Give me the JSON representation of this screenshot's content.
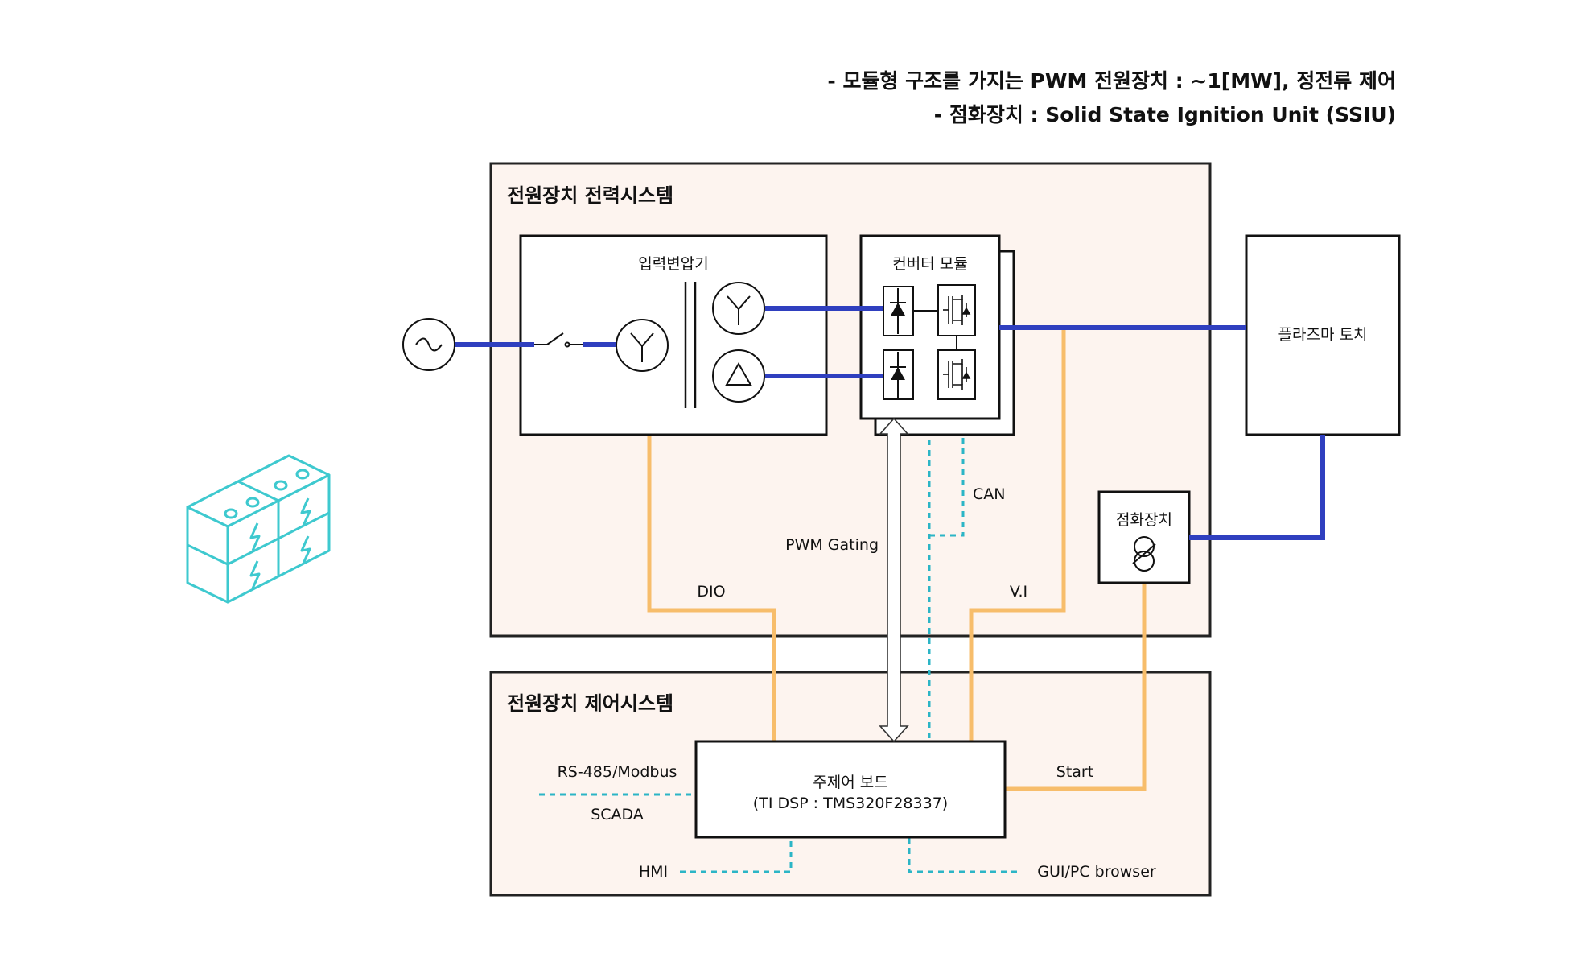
{
  "header": {
    "line1": "- 모듈형 구조를 가지는 PWM 전원장치 : ~1[MW], 정전류 제어",
    "line2": "- 점화장치 : Solid State Ignition Unit (SSIU)"
  },
  "power_system": {
    "title": "전원장치 전력시스템"
  },
  "control_system": {
    "title": "전원장치 제어시스템"
  },
  "input_transformer": {
    "label": "입력변압기"
  },
  "converter_module": {
    "label": "컨버터 모듈"
  },
  "plasma_torch": {
    "label": "플라즈마 토치"
  },
  "ignition_unit": {
    "label": "점화장치"
  },
  "main_board": {
    "line1": "주제어 보드",
    "line2": "(TI DSP : TMS320F28337)"
  },
  "signals": {
    "can": "CAN",
    "pwm_gating": "PWM Gating",
    "dio": "DIO",
    "vi": "V.I",
    "start": "Start",
    "rs485": "RS-485/Modbus",
    "scada": "SCADA",
    "hmi": "HMI",
    "gui": "GUI/PC browser"
  },
  "colors": {
    "power_line": "#2f3fbf",
    "signal_orange": "#f7bd6b",
    "comm_dashed": "#2bb5c6",
    "box_fill": "#fdf4ef",
    "module_icon": "#3ec9cf"
  },
  "icons": {
    "ac_source": "ac-source-icon",
    "switch": "switch-icon",
    "wye": "wye-winding-icon",
    "delta": "delta-winding-icon",
    "diode": "diode-icon",
    "igbt": "igbt-icon",
    "ignition": "ignition-transformer-icon",
    "module_stack": "power-module-stack-icon"
  }
}
